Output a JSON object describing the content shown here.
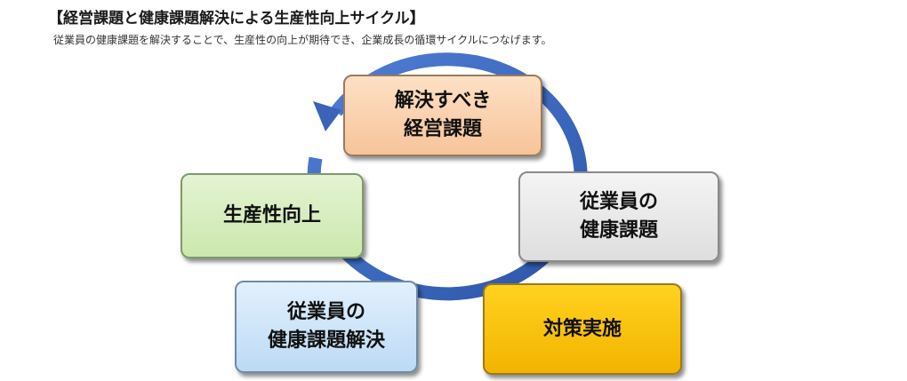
{
  "header": {
    "title": "【経営課題と健康課題解決による生産性向上サイクル】",
    "subtitle": "従業員の健康課題を解決することで、生産性の向上が期待でき、企業成長の循環サイクルにつなげます。"
  },
  "cycle": {
    "nodes": [
      {
        "line1": "解決すべき",
        "line2": "経営課題"
      },
      {
        "line1": "従業員の",
        "line2": "健康課題"
      },
      {
        "line1": "対策実施",
        "line2": ""
      },
      {
        "line1": "従業員の",
        "line2": "健康課題解決"
      },
      {
        "line1": "生産性向上",
        "line2": ""
      }
    ],
    "colors": {
      "arrow": "#3b64b8",
      "node1": "#f9cda6",
      "node2": "#e6e6e6",
      "node3": "#f8c400",
      "node4": "#cfe5f9",
      "node5": "#d6edbd"
    }
  }
}
